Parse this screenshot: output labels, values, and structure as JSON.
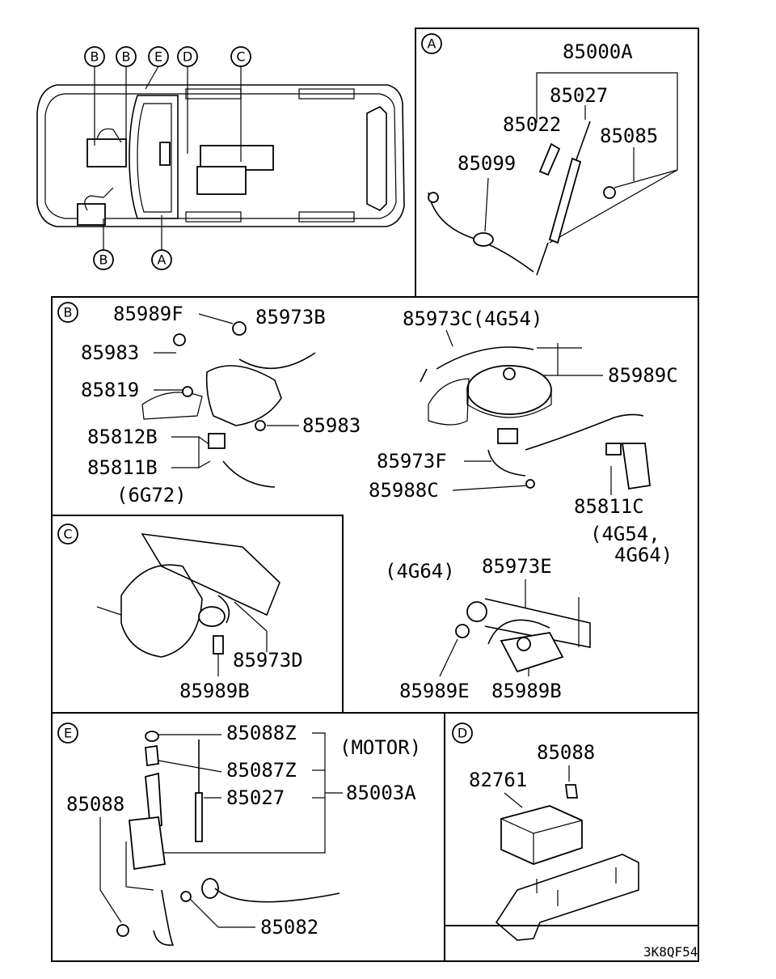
{
  "section_markers": {
    "A": "A",
    "B": "B",
    "C": "C",
    "D": "D",
    "E": "E"
  },
  "overview": {
    "callouts_top": [
      "B",
      "B",
      "E",
      "D",
      "C"
    ],
    "callouts_bottom": [
      "B",
      "A"
    ]
  },
  "section_a": {
    "assembly": "85000A",
    "parts": [
      "85027",
      "85022",
      "85085",
      "85099"
    ]
  },
  "section_b": {
    "left_parts": [
      "85989F",
      "85973B",
      "85983",
      "85819",
      "85983",
      "85812B",
      "85811B"
    ],
    "left_engine": "(6G72)",
    "right_parts": [
      "85973C(4G54)",
      "85989C",
      "85973F",
      "85988C",
      "85811C"
    ],
    "right_engine_1": "(4G54,",
    "right_engine_2": "4G64)",
    "lower_engine": "(4G64)",
    "lower_parts": [
      "85973E",
      "85989E",
      "85989B"
    ]
  },
  "section_c": {
    "parts": [
      "85973D",
      "85989B"
    ]
  },
  "section_e": {
    "parts": [
      "85088Z",
      "85087Z",
      "85027",
      "85088",
      "85082"
    ],
    "assembly": "85003A",
    "note": "(MOTOR)"
  },
  "section_d": {
    "parts": [
      "85088",
      "82761"
    ]
  },
  "figure_code": "3K8QF54"
}
